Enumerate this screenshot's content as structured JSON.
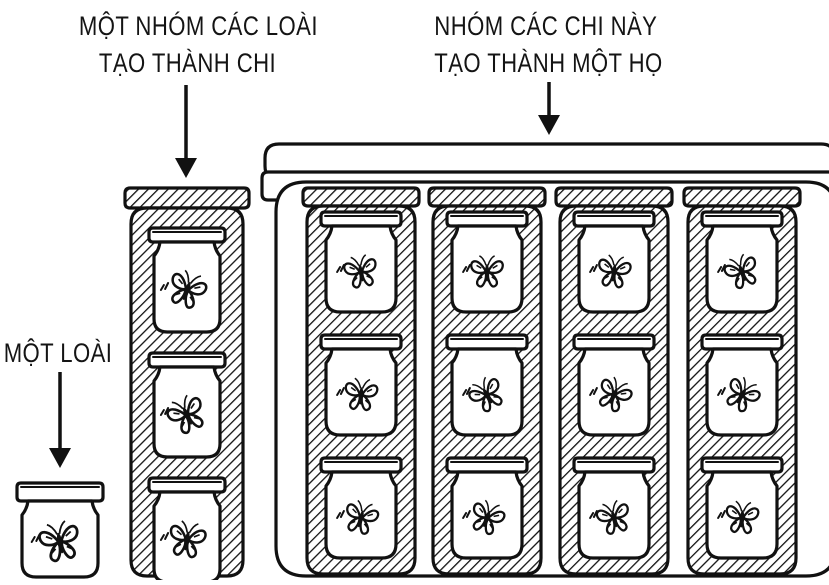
{
  "labels": {
    "species": "MỘT LOÀI",
    "genus_line1": "MỘT NHÓM CÁC LOÀI",
    "genus_line2": "TẠO THÀNH CHI",
    "family_line1": "NHÓM CÁC CHI NÀY",
    "family_line2": "TẠO THÀNH MỘT HỌ"
  },
  "diagram": {
    "genus_count": 4,
    "jars_per_genus": 3,
    "specimen": "butterfly-icon",
    "ink_color": "#111111",
    "paper_color": "#ffffff"
  }
}
